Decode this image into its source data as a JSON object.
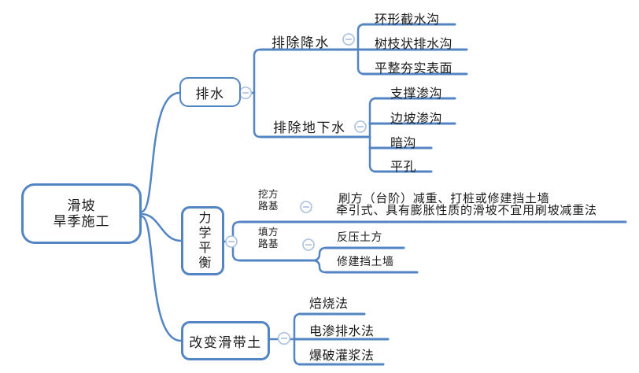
{
  "colors": {
    "line_blue": "#5384c4",
    "collapse_icon_border": "#a9c0df",
    "box_fill": "#ffffff",
    "text": "#1b1b1b",
    "background": "#ffffff"
  },
  "icons": {
    "collapse": "minus-circle"
  },
  "mindmap": {
    "root": {
      "lines": [
        "滑坡",
        "旱季施工"
      ]
    },
    "branches": [
      {
        "label": "排水",
        "children": [
          {
            "label": "排除降水",
            "children": [
              {
                "label": "环形截水沟"
              },
              {
                "label": "树枝状排水沟"
              },
              {
                "label": "平整夯实表面"
              }
            ]
          },
          {
            "label": "排除地下水",
            "children": [
              {
                "label": "支撑渗沟"
              },
              {
                "label": "边坡渗沟"
              },
              {
                "label": "暗沟"
              },
              {
                "label": "平孔"
              }
            ]
          }
        ]
      },
      {
        "label": "力学平衡",
        "children": [
          {
            "lines": [
              "挖方",
              "路基"
            ],
            "children": [
              {
                "lines": [
                  "刷方（台阶）减重、打桩或修建挡土墙",
                  "牵引式、具有膨胀性质的滑坡不宜用刷坡减重法"
                ]
              }
            ]
          },
          {
            "lines": [
              "填方",
              "路基"
            ],
            "children": [
              {
                "label": "反压土方"
              },
              {
                "label": "修建挡土墙"
              }
            ]
          }
        ]
      },
      {
        "label": "改变滑带土",
        "children": [
          {
            "label": "焙烧法"
          },
          {
            "label": "电渗排水法"
          },
          {
            "label": "爆破灌浆法"
          }
        ]
      }
    ]
  }
}
